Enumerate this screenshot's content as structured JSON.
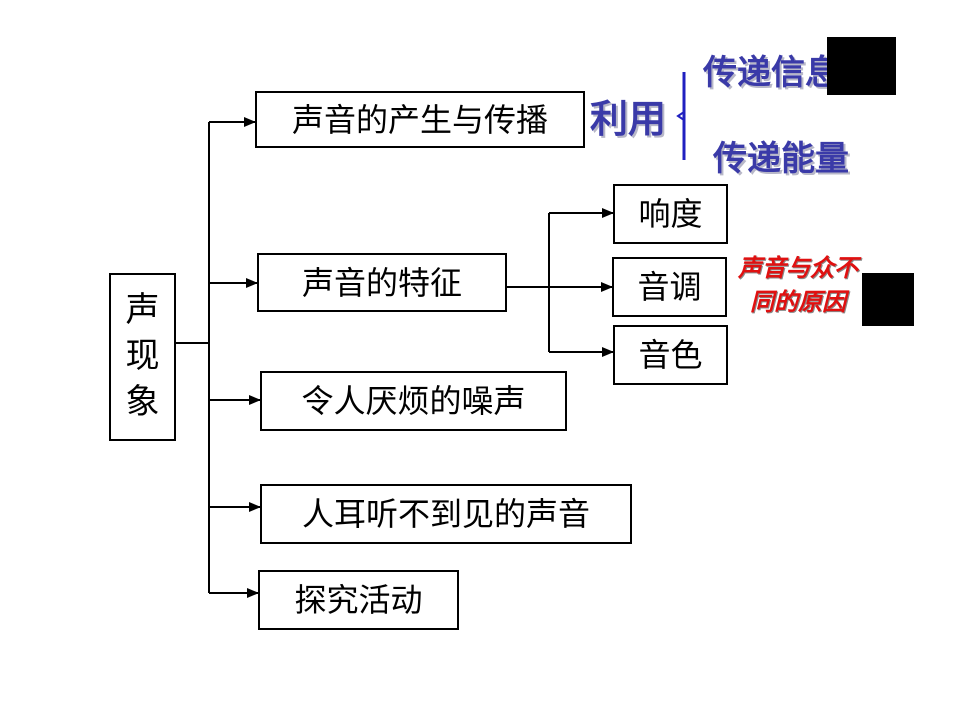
{
  "root": [
    "声",
    "现",
    "象"
  ],
  "branches": {
    "production": "声音的产生与传播",
    "features": "声音的特征",
    "noise": "令人厌烦的噪声",
    "inaudible": "人耳听不到见的声音",
    "activity": "探究活动"
  },
  "features_children": {
    "loudness": "响度",
    "pitch": "音调",
    "timbre": "音色"
  },
  "use_label": "利用",
  "uses": {
    "information": "传递信息",
    "energy": "传递能量"
  },
  "timbre_note": {
    "line1": "声音与众不",
    "line2": "同的原因"
  },
  "colors": {
    "blue": "#3a3aa8",
    "red": "#e01010",
    "line": "#000000"
  }
}
